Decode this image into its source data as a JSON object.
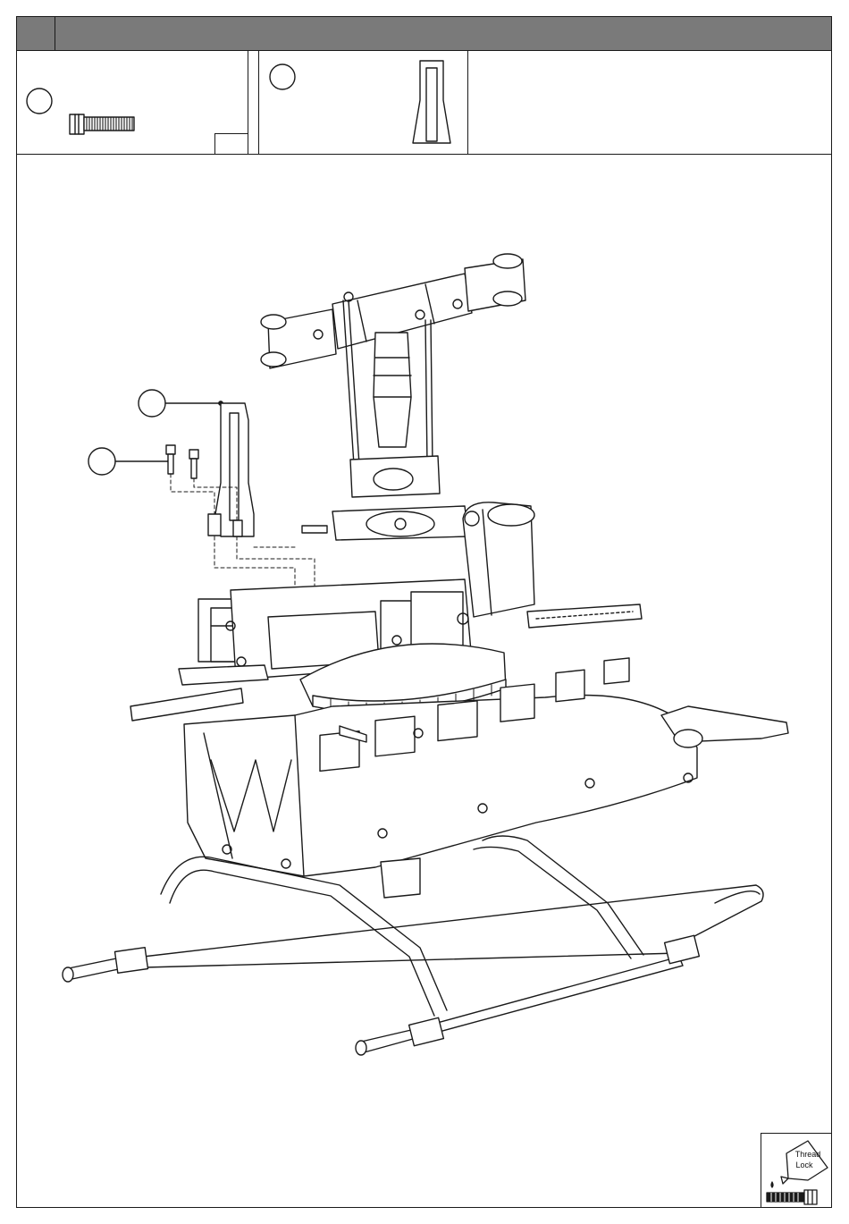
{
  "header": {
    "step_number": "",
    "title": ""
  },
  "parts": [
    {
      "id": "part-a",
      "label": "",
      "qty": ""
    },
    {
      "id": "part-b",
      "label": "",
      "qty": ""
    }
  ],
  "callouts": [
    {
      "id": "callout-frame-part",
      "label": ""
    },
    {
      "id": "callout-screws",
      "label": ""
    }
  ],
  "thread_lock": {
    "line1": "Thread",
    "line2": "Lock"
  },
  "colors": {
    "header_bg": "#7a7a7a",
    "line": "#1a1a1a",
    "paper": "#ffffff"
  }
}
